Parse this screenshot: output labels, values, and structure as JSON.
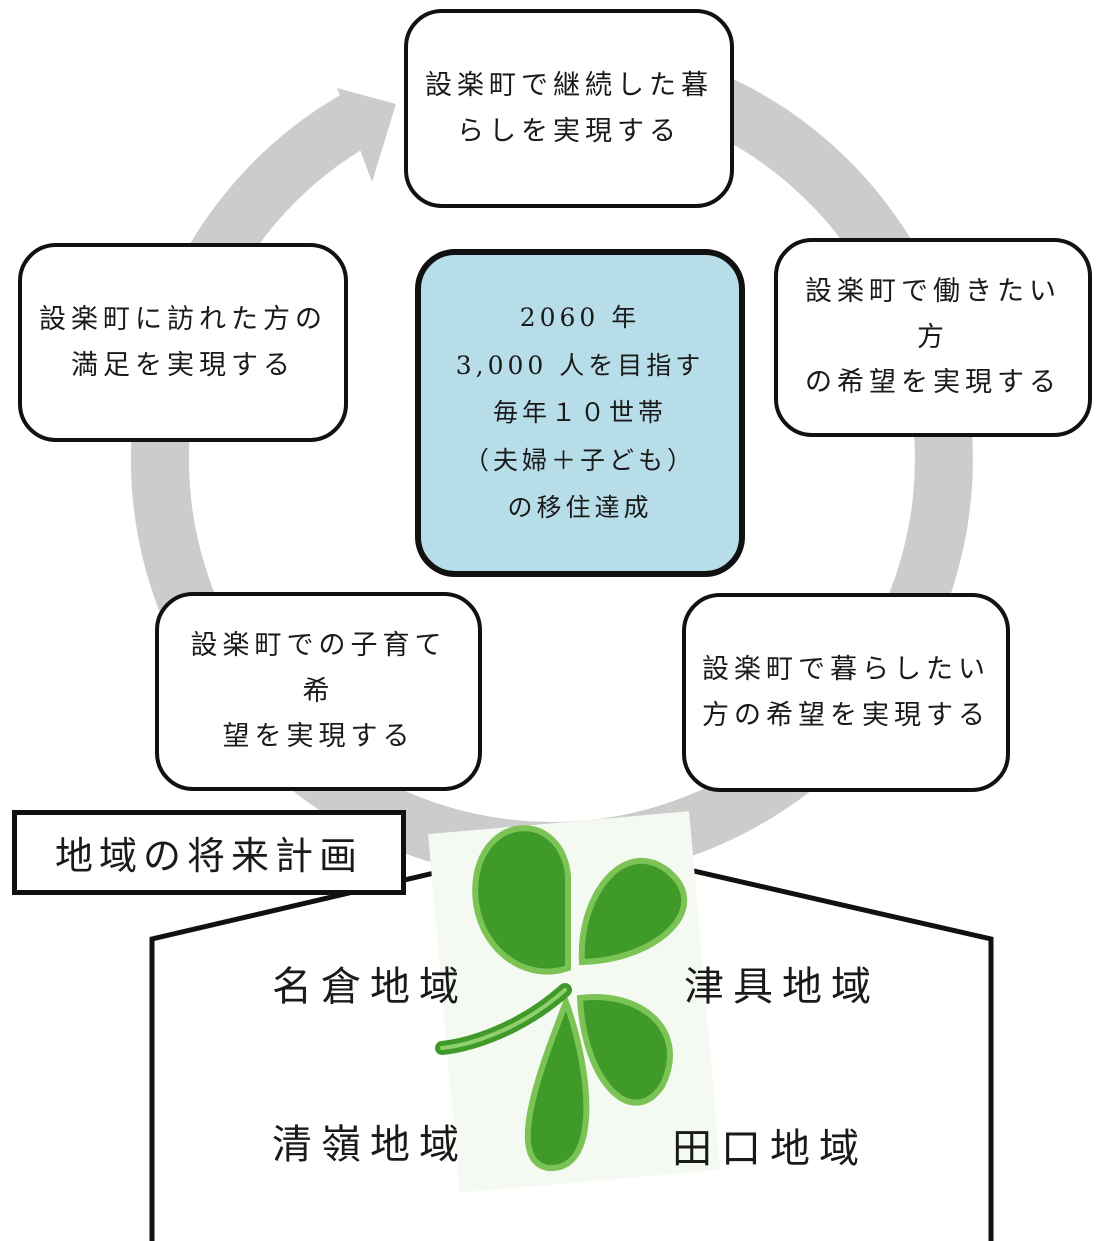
{
  "cycle": {
    "top": "設楽町で継続した暮らしを実現する",
    "top_lines": [
      "設楽町で継続した暮",
      "らしを実現する"
    ],
    "right": "設楽町で働きたい方の希望を実現する",
    "right_lines": [
      "設楽町で働きたい方",
      "の希望を実現する"
    ],
    "bottom_right": "設楽町で暮らしたい方の希望を実現する",
    "bottom_right_lines": [
      "設楽町で暮らしたい",
      "方の希望を実現する"
    ],
    "bottom_left": "設楽町での子育て希望を実現する",
    "bottom_left_lines": [
      "設楽町での子育て希",
      "望を実現する"
    ],
    "left": "設楽町に訪れた方の満足を実現する",
    "left_lines": [
      "設楽町に訪れた方の",
      "満足を実現する"
    ]
  },
  "goal": {
    "year": "2060 年",
    "population": "3,000 人を目指す",
    "households": "毎年１０世帯",
    "household_type": "（夫婦＋子ども）",
    "achievement": "の移住達成"
  },
  "plan": {
    "title": "地域の将来計画",
    "regions": {
      "nagura": "名倉地域",
      "tsugu": "津具地域",
      "seirei": "清嶺地域",
      "taguchi": "田口地域"
    }
  },
  "icons": {
    "clover": "four-leaf-clover-icon",
    "arrow": "cycle-arrow-icon"
  },
  "colors": {
    "cycle_arrow": "#cccccc",
    "goal_fill": "#b7dde8",
    "clover_dark": "#3f9a2a",
    "clover_light": "#7cc356"
  }
}
